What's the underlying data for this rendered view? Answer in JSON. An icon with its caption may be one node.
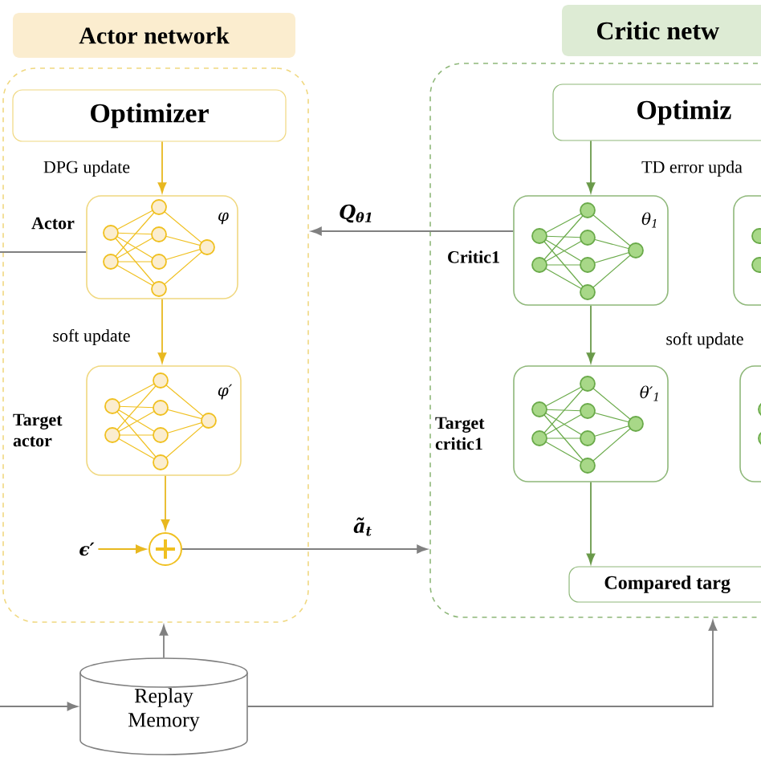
{
  "diagram": {
    "nodes": [
      {
        "text": [
          "Actor network"
        ]
      },
      {
        "text": [
          "Optimizer"
        ],
        "in": 0
      },
      {
        "text": [
          "Actor",
          "φ"
        ],
        "in": 0
      },
      {
        "text": [
          "Target actor",
          "φ′"
        ],
        "in": 0
      },
      {
        "text": [],
        "shape": "circle",
        "in": 0
      },
      {
        "text": [
          "ϵ′"
        ],
        "in": 0
      },
      {
        "text": [
          "Critic netw"
        ]
      },
      {
        "text": [
          "Optimiz"
        ],
        "in": 6
      },
      {
        "text": [
          "Critic1",
          "θ$_{1}$"
        ],
        "in": 6
      },
      {
        "text": [],
        "shape": "box",
        "in": 6
      },
      {
        "text": [
          "Target critic1",
          "θ′$_{1}$"
        ],
        "in": 6
      },
      {
        "text": [],
        "shape": "box",
        "in": 6
      },
      {
        "text": [
          "Compared targ"
        ],
        "in": 6
      },
      {
        "text": [
          "Replay Memory"
        ]
      }
    ],
    "edges": [
      {
        "from": 1,
        "to": 2,
        "arrow": "to",
        "label": "DPG update",
        "color": "#e8b820"
      },
      {
        "from": 2,
        "to": 3,
        "arrow": "to",
        "label": "soft update",
        "color": "#e8b820"
      },
      {
        "from": 3,
        "to": 4,
        "arrow": "to",
        "color": "#e8b820"
      },
      {
        "from": 5,
        "to": 4,
        "arrow": "to",
        "color": "#e8b820"
      },
      {
        "from": 4,
        "to": 6,
        "arrow": "to",
        "label": "ã$_{t}$"
      },
      {
        "from": 8,
        "to": 0,
        "arrow": "to",
        "label": "Q$_{θ1}$"
      },
      {
        "from": 7,
        "to": 8,
        "arrow": "to",
        "label": "TD error upda",
        "color": "#6a9a4a"
      },
      {
        "from": 8,
        "to": 10,
        "arrow": "to",
        "label": "soft update",
        "color": "#6a9a4a"
      },
      {
        "from": 10,
        "to": 12,
        "arrow": "to",
        "color": "#6a9a4a"
      },
      {
        "from": 13,
        "to": 0,
        "arrow": "to"
      },
      {
        "from": 13,
        "to": 6,
        "arrow": "to"
      },
      {
        "from": null,
        "to": 13,
        "arrow": "to"
      },
      {
        "from": null,
        "to": 2,
        "arrow": "none"
      }
    ]
  }
}
